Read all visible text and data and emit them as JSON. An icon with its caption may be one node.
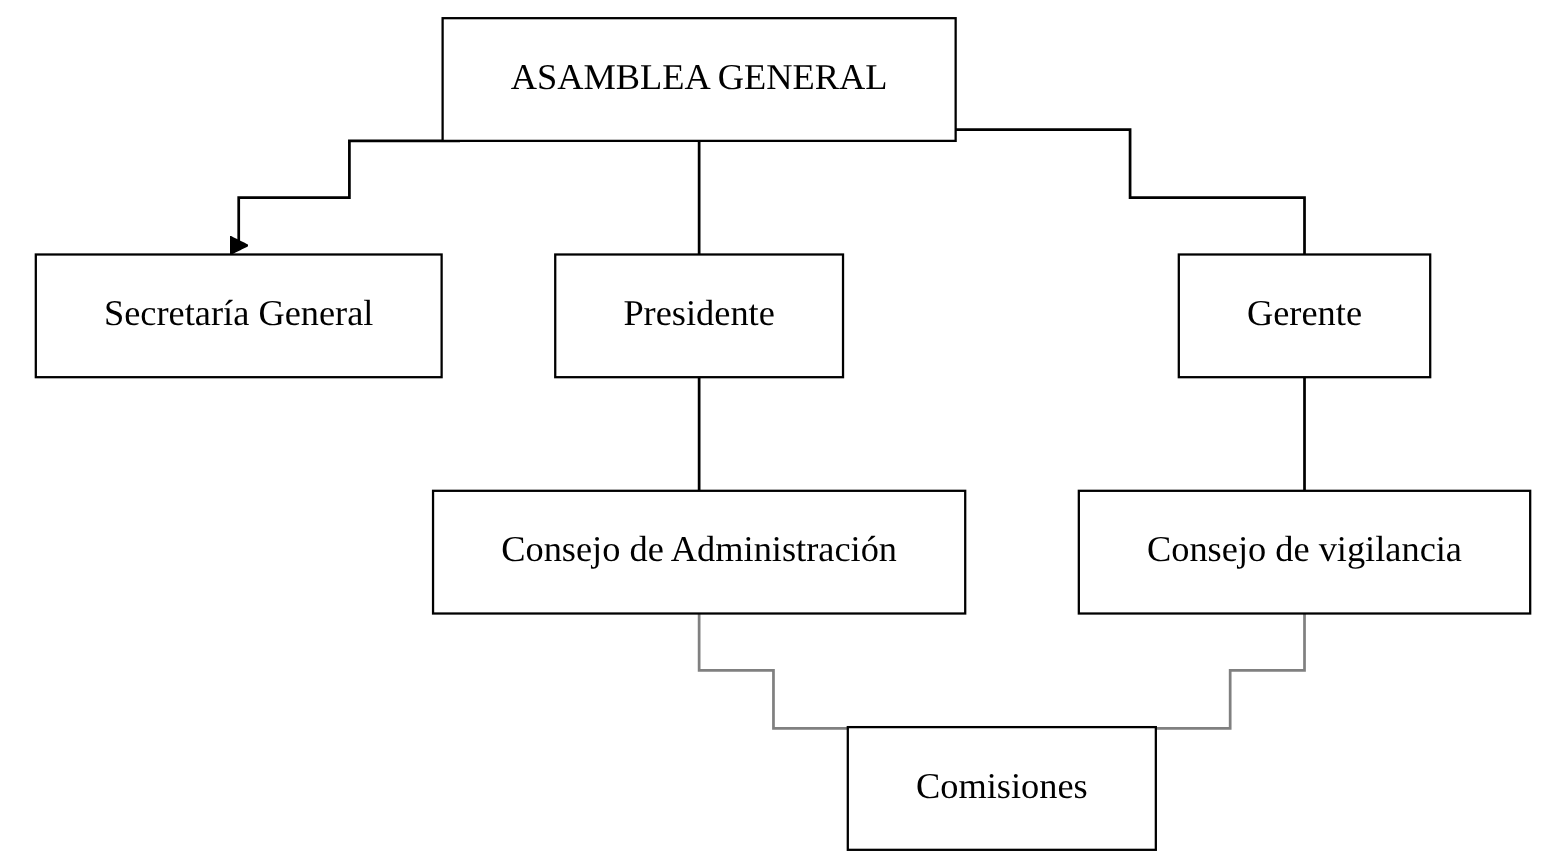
{
  "diagram": {
    "nodes": [
      {
        "text": [
          "ASAMBLEA GENERAL"
        ]
      },
      {
        "text": [
          "Secretaría General"
        ]
      },
      {
        "text": [
          "Presidente"
        ]
      },
      {
        "text": [
          "Gerente"
        ]
      },
      {
        "text": [
          "Consejo de Administración"
        ]
      },
      {
        "text": [
          "Consejo de vigilancia"
        ]
      },
      {
        "text": [
          "Comisiones"
        ]
      }
    ],
    "edges": [
      {
        "from": 0,
        "to": 1,
        "arrow": "to"
      },
      {
        "from": 0,
        "to": 2,
        "arrow": "none"
      },
      {
        "from": 0,
        "to": 3,
        "arrow": "none"
      },
      {
        "from": 2,
        "to": 4,
        "arrow": "none"
      },
      {
        "from": 3,
        "to": 5,
        "arrow": "none"
      },
      {
        "from": 4,
        "to": 6,
        "arrow": "none",
        "color": "#808080"
      },
      {
        "from": 5,
        "to": 6,
        "arrow": "none",
        "color": "#808080"
      }
    ]
  }
}
